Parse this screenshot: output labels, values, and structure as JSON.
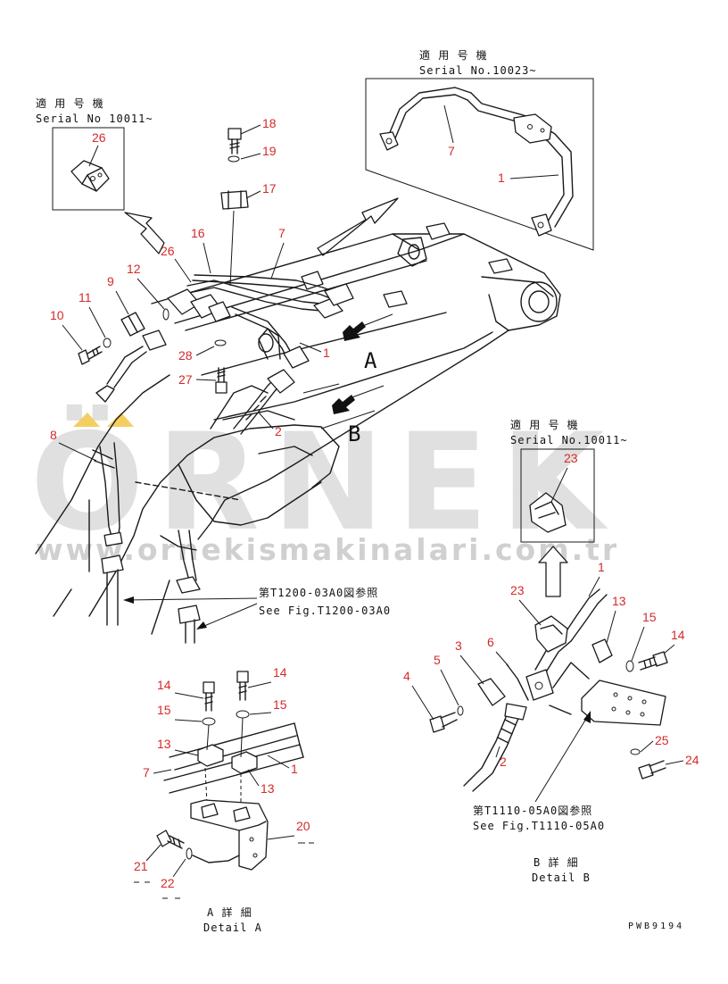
{
  "watermark": {
    "brand": "ÖRNEK",
    "url": "www.ornekismakinalari.com.tr",
    "accent_color": "#f2c744"
  },
  "serial_notes": {
    "top_left": {
      "applicable_jp": "適 用 号 機",
      "serial": "Serial No 10011~"
    },
    "top_right": {
      "applicable_jp": "適 用 号 機",
      "serial": "Serial No.10023~"
    },
    "mid_right": {
      "applicable_jp": "適 用 号 機",
      "serial": "Serial No.10011~"
    }
  },
  "references": {
    "fig_t1200_jp": "第T1200-03A0図参照",
    "fig_t1200_en": "See Fig.T1200-03A0",
    "fig_t1110_jp": "第T1110-05A0図参照",
    "fig_t1110_en": "See Fig.T1110-05A0"
  },
  "view_letters": {
    "a": "A",
    "b": "B"
  },
  "details": {
    "a_jp": "A 詳 細",
    "a_en": "Detail A",
    "b_jp": "B 詳 細",
    "b_en": "Detail B"
  },
  "drawing_code": "PWB9194",
  "callouts": {
    "c1_top": "1",
    "c7_top": "7",
    "c26_box": "26",
    "c18": "18",
    "c19": "19",
    "c17": "17",
    "c16": "16",
    "c7_main": "7",
    "c26_main": "26",
    "c12": "12",
    "c9": "9",
    "c11": "11",
    "c10": "10",
    "c28": "28",
    "c27": "27",
    "c1_main": "1",
    "c2_main": "2",
    "c8": "8",
    "c23_box": "23",
    "b_c1": "1",
    "b_c13": "13",
    "b_c23": "23",
    "b_c15": "15",
    "b_c14": "14",
    "b_c3": "3",
    "b_c6": "6",
    "b_c5": "5",
    "b_c4": "4",
    "b_c2": "2",
    "b_c25": "25",
    "b_c24": "24",
    "a_c14l": "14",
    "a_c14r": "14",
    "a_c15l": "15",
    "a_c15r": "15",
    "a_c13l": "13",
    "a_c13r": "13",
    "a_c7": "7",
    "a_c1": "1",
    "a_c20": "20",
    "a_c21": "21",
    "a_c22": "22"
  }
}
